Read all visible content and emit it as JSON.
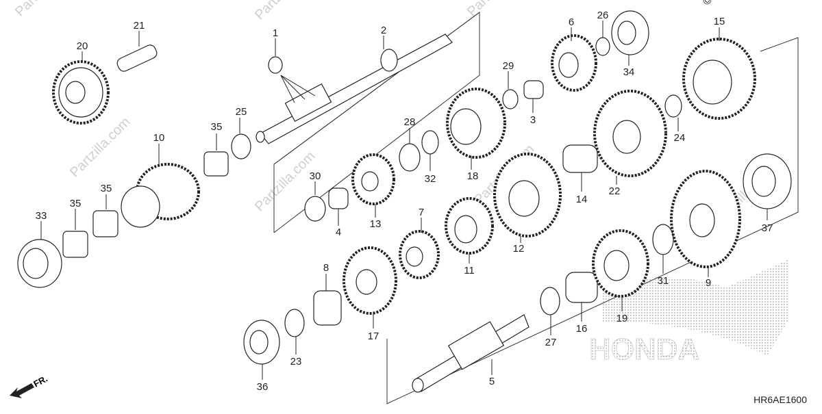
{
  "diagram": {
    "code": "HR6AE1600",
    "direction": "FR.",
    "copyright": "© P",
    "brand_watermark": "HONDA",
    "site_watermark": "Partzilla.com",
    "callouts": [
      {
        "id": "n1",
        "text": "1"
      },
      {
        "id": "n2",
        "text": "2"
      },
      {
        "id": "n3",
        "text": "3"
      },
      {
        "id": "n4",
        "text": "4"
      },
      {
        "id": "n5",
        "text": "5"
      },
      {
        "id": "n6",
        "text": "6"
      },
      {
        "id": "n7",
        "text": "7"
      },
      {
        "id": "n8",
        "text": "8"
      },
      {
        "id": "n9",
        "text": "9"
      },
      {
        "id": "n10",
        "text": "10"
      },
      {
        "id": "n11",
        "text": "11"
      },
      {
        "id": "n12",
        "text": "12"
      },
      {
        "id": "n13",
        "text": "13"
      },
      {
        "id": "n14",
        "text": "14"
      },
      {
        "id": "n15",
        "text": "15"
      },
      {
        "id": "n16",
        "text": "16"
      },
      {
        "id": "n17",
        "text": "17"
      },
      {
        "id": "n18",
        "text": "18"
      },
      {
        "id": "n19",
        "text": "19"
      },
      {
        "id": "n20",
        "text": "20"
      },
      {
        "id": "n21",
        "text": "21"
      },
      {
        "id": "n22",
        "text": "22"
      },
      {
        "id": "n23",
        "text": "23"
      },
      {
        "id": "n24",
        "text": "24"
      },
      {
        "id": "n25",
        "text": "25"
      },
      {
        "id": "n26",
        "text": "26"
      },
      {
        "id": "n27",
        "text": "27"
      },
      {
        "id": "n28",
        "text": "28"
      },
      {
        "id": "n29",
        "text": "29"
      },
      {
        "id": "n30",
        "text": "30"
      },
      {
        "id": "n31",
        "text": "31"
      },
      {
        "id": "n32",
        "text": "32"
      },
      {
        "id": "n33",
        "text": "33"
      },
      {
        "id": "n34",
        "text": "34"
      },
      {
        "id": "n35a",
        "text": "35"
      },
      {
        "id": "n35b",
        "text": "35"
      },
      {
        "id": "n35c",
        "text": "35"
      },
      {
        "id": "n36",
        "text": "36"
      },
      {
        "id": "n37",
        "text": "37"
      }
    ]
  }
}
